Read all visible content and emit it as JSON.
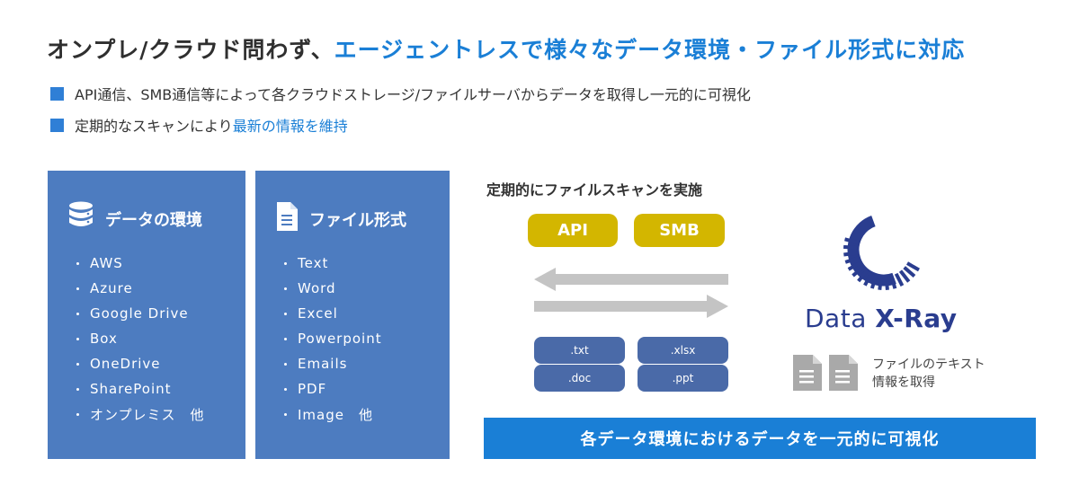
{
  "headline": {
    "part1": "オンプレ/クラウド問わず、",
    "part2_accent": "エージェントレスで様々なデータ環境・ファイル形式に対応"
  },
  "bullets": [
    {
      "text": "API通信、SMB通信等によって各クラウドストレージ/ファイルサーバからデータを取得し一元的に可視化",
      "accent": ""
    },
    {
      "text": "定期的なスキャンにより",
      "accent": "最新の情報を維持"
    }
  ],
  "env_panel": {
    "title": "データの環境",
    "icon": "database-icon",
    "items": [
      "AWS",
      "Azure",
      "Google Drive",
      "Box",
      "OneDrive",
      "SharePoint",
      "オンプレミス　他"
    ]
  },
  "file_panel": {
    "title": "ファイル形式",
    "icon": "document-icon",
    "items": [
      "Text",
      "Word",
      "Excel",
      "Powerpoint",
      "Emails",
      "PDF",
      "Image　他"
    ]
  },
  "scan": {
    "label": "定期的にファイルスキャンを実施",
    "protocols": [
      "API",
      "SMB"
    ],
    "file_types": [
      ".txt",
      ".xlsx",
      ".doc",
      ".ppt"
    ]
  },
  "logo": {
    "word1": "Data ",
    "word2": "X-Ray"
  },
  "doc_caption": {
    "line1": "ファイルのテキスト",
    "line2": "情報を取得"
  },
  "banner": "各データ環境におけるデータを一元的に可視化",
  "colors": {
    "accent_blue": "#1a7fd6",
    "panel_blue": "#4d7cc0",
    "pill_yellow": "#d3b600",
    "chip_navy": "#4a6aa8",
    "logo_navy": "#2a3d8f",
    "arrow_gray": "#c4c4c4"
  }
}
